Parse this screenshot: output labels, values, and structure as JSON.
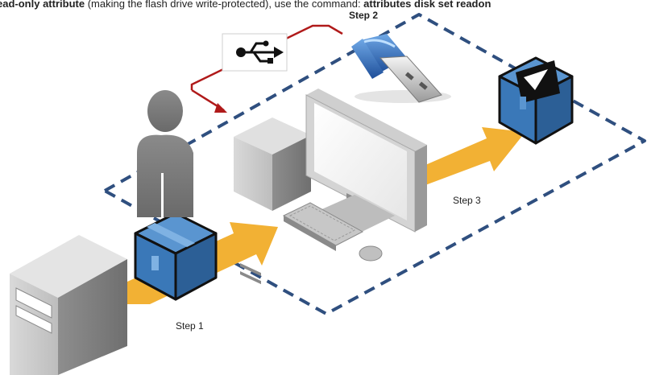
{
  "caption": {
    "bold_1": "ead-only attribute",
    "text_1": " (making the flash drive write-protected), use the command: ",
    "bold_2": "attributes disk set readon"
  },
  "steps": {
    "step_1": "Step 1",
    "step_2": "Step 2",
    "step_3": "Step 3"
  },
  "icons": {
    "usb": "usb-icon",
    "user": "user-silhouette-icon",
    "server": "server-tower-icon",
    "desktop": "desktop-computer-icon",
    "flash_drive": "flash-drive-icon",
    "package_blue": "package-box-icon",
    "package_locked": "locked-package-icon"
  },
  "colors": {
    "dashed_border": "#2f4f7f",
    "arrow": "#f2b134",
    "connector": "#b01a1a",
    "box_blue": "#3a78b8"
  }
}
